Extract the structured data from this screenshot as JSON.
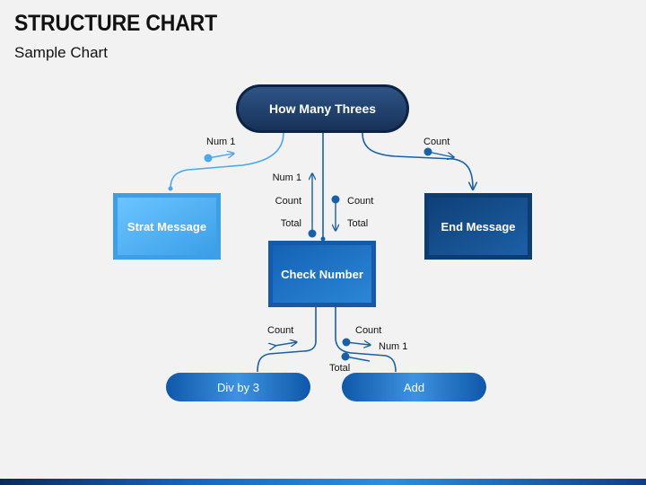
{
  "header": {
    "title": "STRUCTURE CHART",
    "subtitle": "Sample Chart"
  },
  "nodes": {
    "root": "How Many Threes",
    "left": "Strat Message",
    "middle": "Check Number",
    "right": "End Message",
    "bottom_left": "Div by 3",
    "bottom_right": "Add"
  },
  "labels": {
    "root_left": "Num 1",
    "root_right": "Count",
    "mid_up_1": "Num 1",
    "mid_up_2": "Count",
    "mid_up_3": "Total",
    "mid_down_1": "Count",
    "mid_down_2": "Total",
    "bl_count": "Count",
    "br_count": "Count",
    "br_num": "Num 1",
    "br_total": "Total"
  },
  "colors": {
    "root_fill": "#1f3d66",
    "root_border": "#0c2444",
    "light_blue": "#4db3f5",
    "mid_blue": "#1f6fc0",
    "dark_blue": "#114a85",
    "connector_light": "#4aa8ec",
    "connector_dark": "#1a5fa8"
  }
}
